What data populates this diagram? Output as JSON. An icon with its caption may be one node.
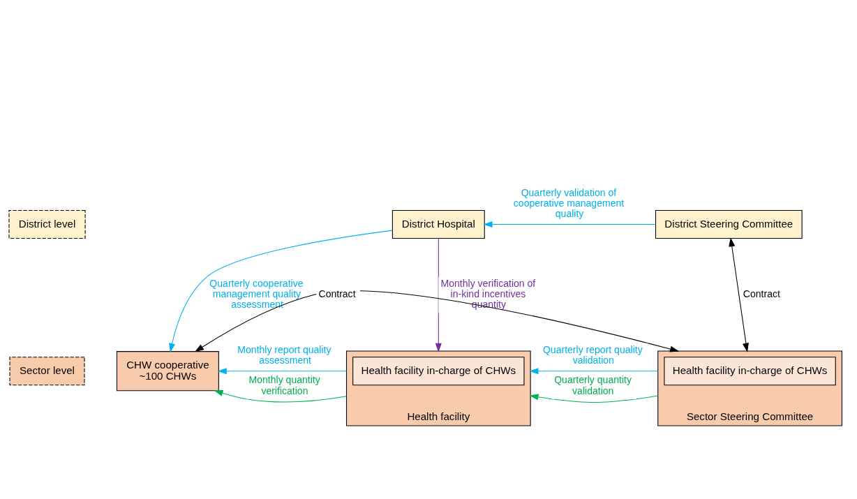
{
  "diagram": {
    "nodes": [
      {
        "text": [
          "District level"
        ]
      },
      {
        "text": [
          "District Hospital"
        ]
      },
      {
        "text": [
          "District Steering Committee"
        ]
      },
      {
        "text": [
          "Sector level"
        ]
      },
      {
        "text": [
          "CHW cooperative",
          "~100 CHWs"
        ]
      },
      {
        "text": [
          "Health facility"
        ]
      },
      {
        "text": [
          "Health facility in-charge of CHWs"
        ],
        "in": 5
      },
      {
        "text": [
          "Sector Steering Committee"
        ]
      },
      {
        "text": [
          "Health facility in-charge of CHWs"
        ],
        "in": 7
      }
    ],
    "edges": [
      {
        "from": 1,
        "to": 4,
        "arrow": "to",
        "label": "Quarterly cooperative management quality assessment",
        "color": "#00b0f0"
      },
      {
        "from": 2,
        "to": 1,
        "arrow": "to",
        "label": "Quarterly validation of cooperative management quality",
        "color": "#00b0f0"
      },
      {
        "from": 1,
        "to": 5,
        "arrow": "to",
        "label": "Monthly verification of in-kind incentives quantity",
        "color": "#7030a0"
      },
      {
        "from": 2,
        "to": 7,
        "arrow": "both",
        "label": "Contract",
        "color": "#000000"
      },
      {
        "from": 5,
        "to": 4,
        "arrow": "to",
        "label": "Monthly quantity verification",
        "color": "#00b050"
      },
      {
        "from": 7,
        "to": 5,
        "arrow": "to",
        "label": "Quarterly quantity validation",
        "color": "#00b050"
      },
      {
        "from": 5,
        "to": 4,
        "arrow": "to",
        "label": "Monthly report quality assessment",
        "color": "#00b0f0"
      },
      {
        "from": 7,
        "to": 5,
        "arrow": "to",
        "label": "Quarterly report quality validation",
        "color": "#00b0f0"
      },
      {
        "from": 4,
        "to": 7,
        "arrow": "both",
        "label": "Contract",
        "color": "#000000"
      }
    ]
  }
}
